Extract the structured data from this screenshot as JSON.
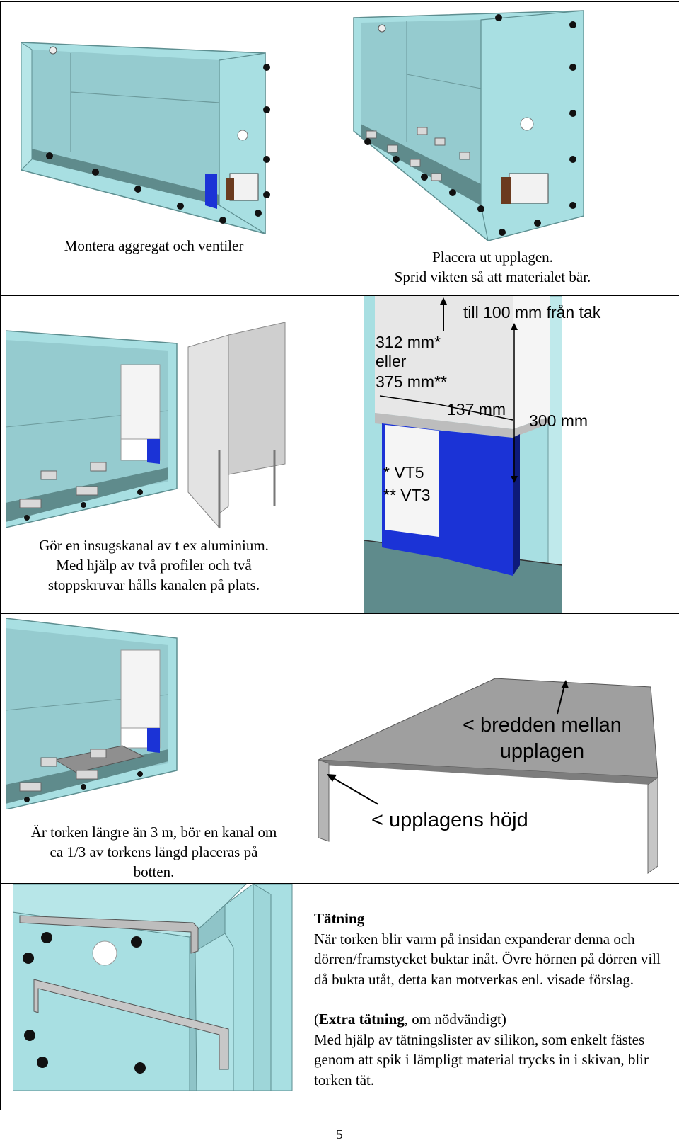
{
  "cells": {
    "c1": {
      "caption": "Montera aggregat och ventiler"
    },
    "c2": {
      "caption_line1": "Placera ut upplagen.",
      "caption_line2": "Sprid vikten så att materialet bär."
    },
    "c3": {
      "caption_line1": "Gör en insugskanal av t ex aluminium.",
      "caption_line2": "Med hjälp av två profiler och två",
      "caption_line3": "stoppskruvar hålls kanalen på plats."
    },
    "c4": {
      "ann_top": "till 100 mm från tak",
      "ann_width_a": "312 mm*",
      "ann_or": "eller",
      "ann_width_b": "375 mm**",
      "ann_depth": "137 mm",
      "ann_height": "300 mm",
      "ann_vt5": "*  VT5",
      "ann_vt3": "** VT3"
    },
    "c5": {
      "caption_line1": "Är torken längre än 3 m, bör en kanal om",
      "caption_line2": "ca 1/3 av torkens längd placeras på",
      "caption_line3": "botten."
    },
    "c6": {
      "ann_width_line1": "< bredden mellan",
      "ann_width_line2": "upplagen",
      "ann_height": "< upplagens höjd"
    },
    "c8": {
      "heading": "Tätning",
      "para1": "När torken blir varm på insidan expanderar denna och dörren/framstycket buktar inåt. Övre hörnen på dörren vill då bukta utåt, detta kan motverkas enl. visade förslag.",
      "extra_open": "(",
      "extra_bold": "Extra tätning",
      "extra_rest": ", om nödvändigt)",
      "para2": "Med hjälp av tätningslister av silikon, som enkelt fästes genom att spik i lämpligt material trycks in i skivan, blir torken tät."
    }
  },
  "page_number": "5",
  "colors": {
    "cabinet": "#a8dfe2",
    "cabinet_dark": "#7fb3b6",
    "floor": "#5f8b8c",
    "blue": "#1b33d6",
    "metal": "#c8c8c8",
    "metal_dark": "#8e8e8e"
  }
}
